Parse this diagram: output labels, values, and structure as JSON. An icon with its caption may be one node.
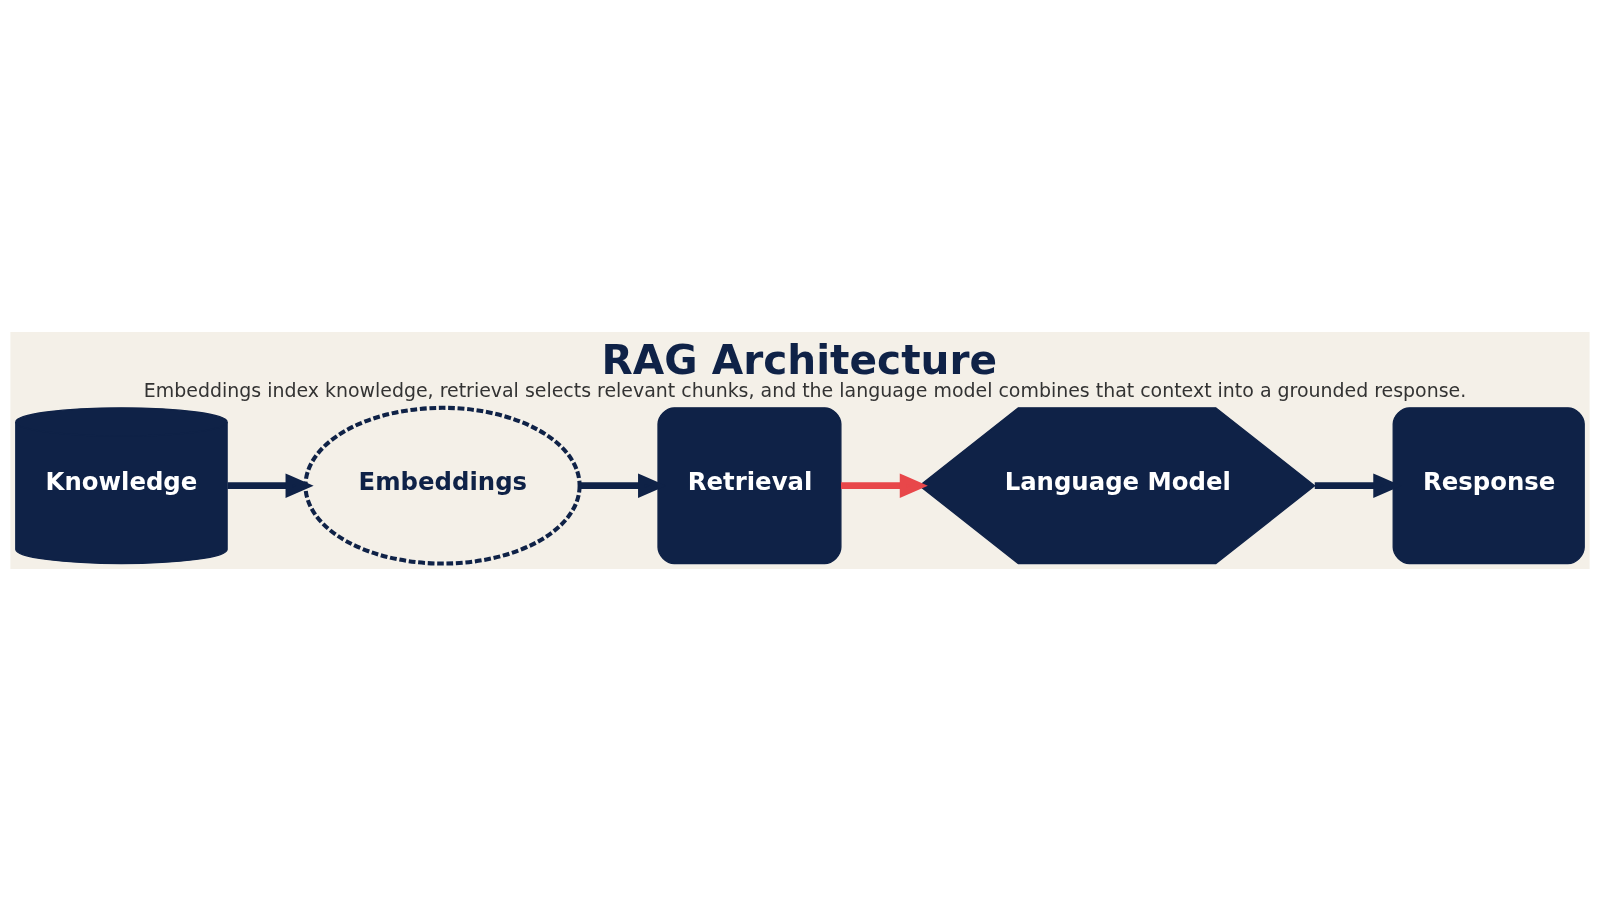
{
  "diagram": {
    "title": "RAG Architecture",
    "caption": "Embeddings index knowledge, retrieval selects relevant chunks, and the language model combines that context into a grounded response.",
    "nodes": [
      {
        "text": [
          "Knowledge"
        ]
      },
      {
        "text": [
          "Embeddings"
        ]
      },
      {
        "text": [
          "Retrieval"
        ]
      },
      {
        "text": [
          "Language Model"
        ]
      },
      {
        "text": [
          "Response"
        ]
      }
    ],
    "edges": [
      {
        "from": 0,
        "to": 1,
        "arrow": "to"
      },
      {
        "from": 1,
        "to": 2,
        "arrow": "to"
      },
      {
        "from": 2,
        "to": 3,
        "arrow": "to",
        "color": "#e8474a"
      },
      {
        "from": 3,
        "to": 4,
        "arrow": "to"
      }
    ]
  }
}
